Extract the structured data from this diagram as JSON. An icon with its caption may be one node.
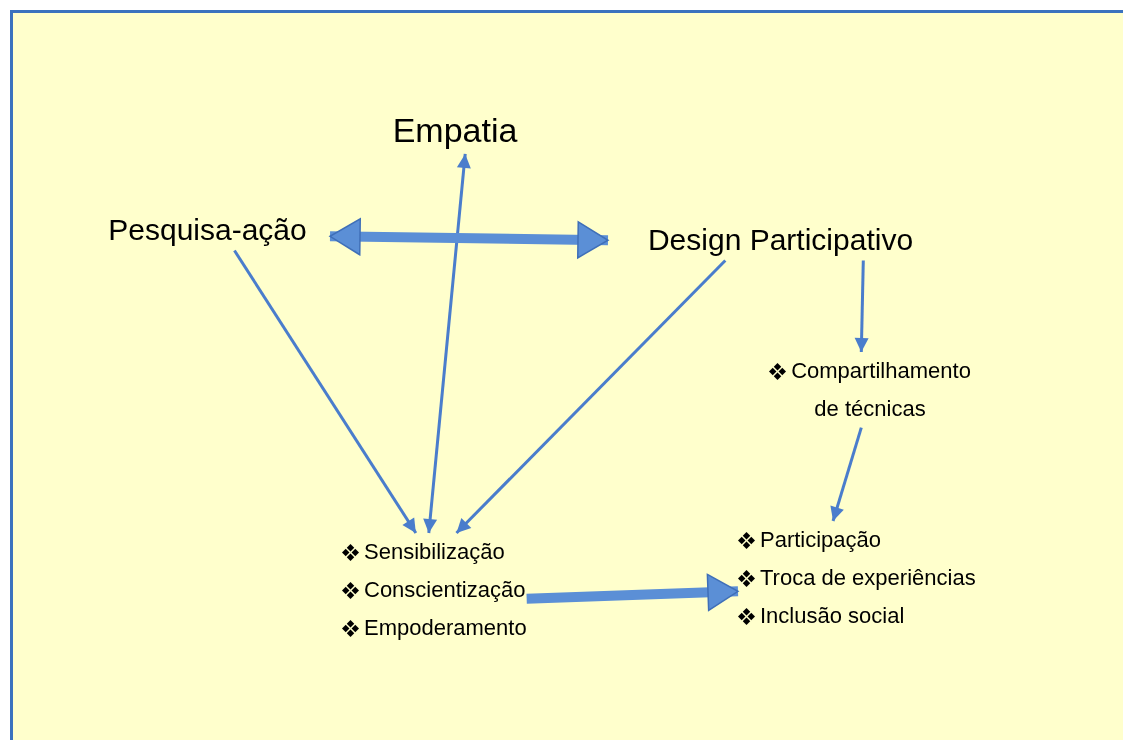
{
  "diagram": {
    "nodes": [
      {
        "text": [
          "Empatia"
        ]
      },
      {
        "text": [
          "Pesquisa-ação"
        ]
      },
      {
        "text": [
          "Design Participativo"
        ]
      },
      {
        "text": [
          "Compartilhamento de técnicas"
        ]
      },
      {
        "text": [
          "Sensibilização",
          "Conscientização",
          "Empoderamento"
        ]
      },
      {
        "text": [
          "Participação",
          "Troca de experiências",
          "Inclusão social"
        ]
      }
    ],
    "edges": [
      {
        "from": 0,
        "to": 4,
        "arrow": "both"
      },
      {
        "from": 1,
        "to": 2,
        "arrow": "both",
        "style": "thick"
      },
      {
        "from": 1,
        "to": 4,
        "arrow": "to"
      },
      {
        "from": 2,
        "to": 4,
        "arrow": "to"
      },
      {
        "from": 2,
        "to": 3,
        "arrow": "to"
      },
      {
        "from": 3,
        "to": 5,
        "arrow": "to"
      },
      {
        "from": 4,
        "to": 5,
        "arrow": "to",
        "style": "thick"
      }
    ]
  }
}
